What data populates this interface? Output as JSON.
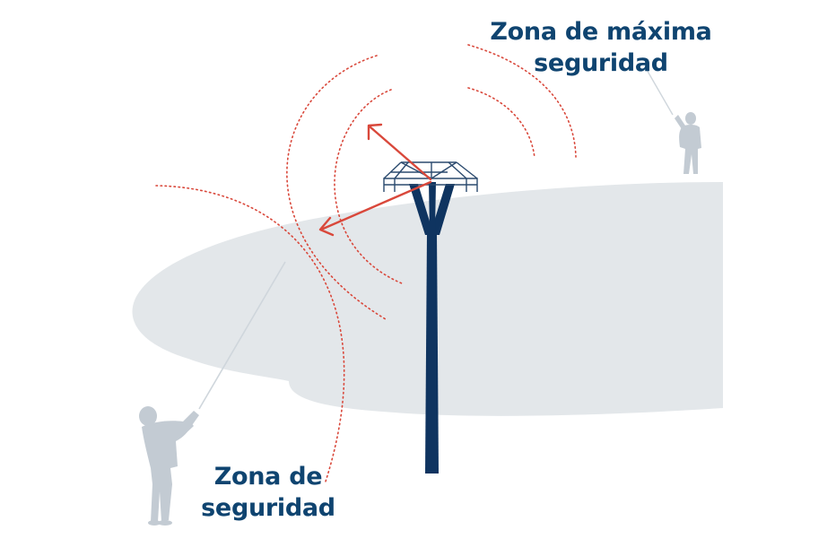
{
  "labels": {
    "maximum_safety_zone": {
      "line1": "Zona de máxima",
      "line2": "seguridad"
    },
    "safety_zone": {
      "line1": "Zona de",
      "line2": "seguridad"
    }
  },
  "colors": {
    "lake": "#e3e7ea",
    "tower": "#0f3460",
    "tower_head": "#2b4a6e",
    "danger_lines": "#d9483b",
    "person": "#c3cbd3",
    "fishing_line": "#cfd6dc",
    "label_text": "#0f4470"
  },
  "icons": [
    "electric-tower-icon",
    "fisherman-icon",
    "fisherman-icon",
    "arrow-icon",
    "arrow-icon"
  ]
}
